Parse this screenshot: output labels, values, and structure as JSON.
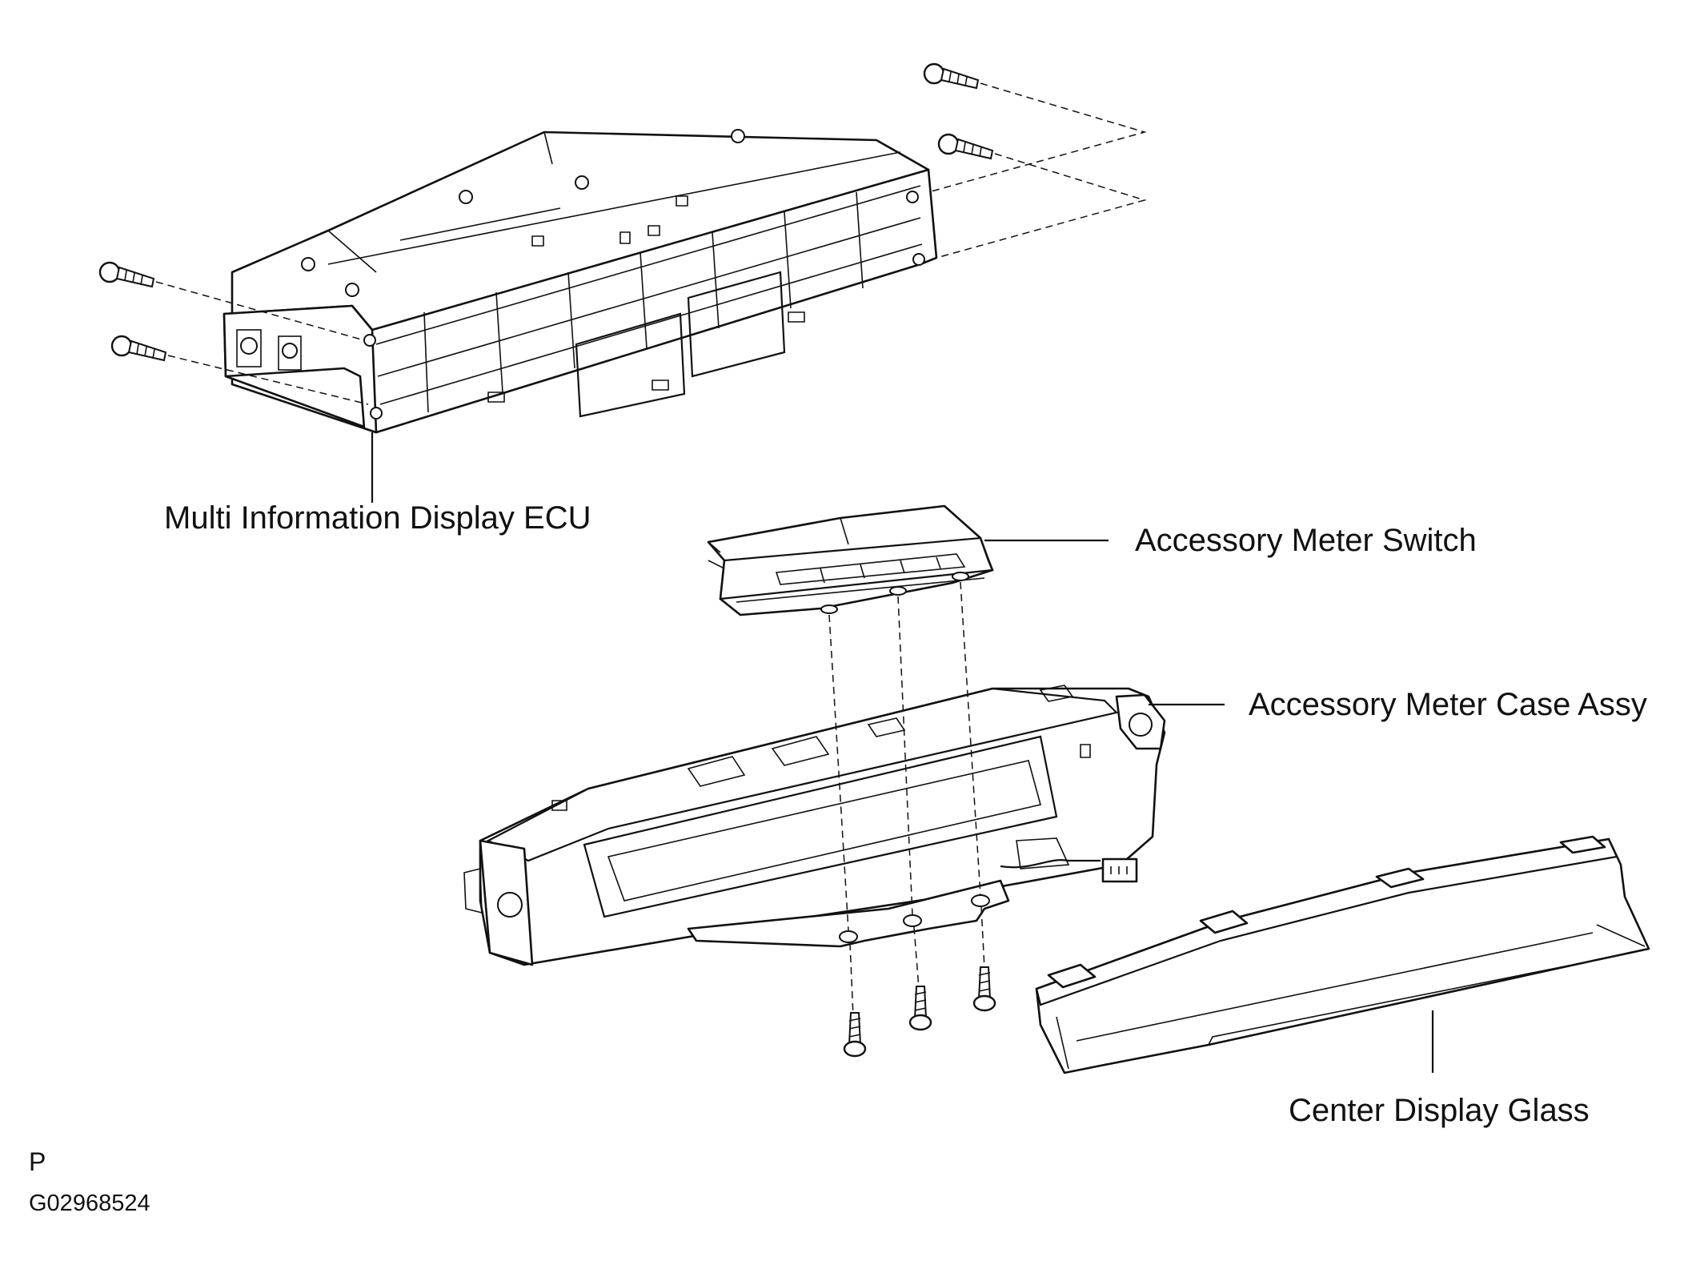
{
  "labels": {
    "ecu": "Multi Information Display ECU",
    "switch": "Accessory Meter Switch",
    "case": "Accessory Meter Case Assy",
    "glass": "Center Display Glass"
  },
  "corner": {
    "letter": "P",
    "code": "G02968524"
  }
}
